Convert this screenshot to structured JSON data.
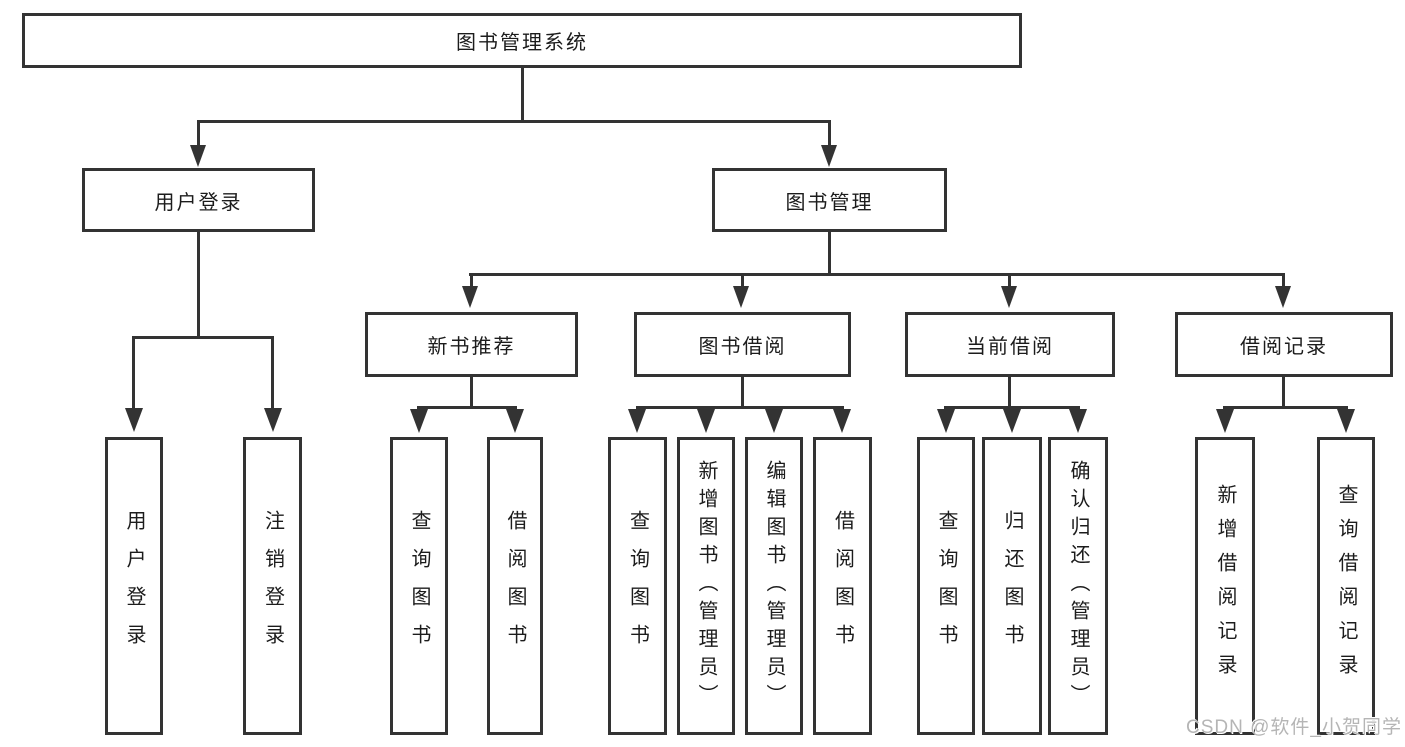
{
  "diagram": {
    "title": "图书管理系统",
    "root": {
      "label": "图书管理系统"
    },
    "level1": [
      {
        "label": "用户登录"
      },
      {
        "label": "图书管理"
      }
    ],
    "level2": [
      {
        "label": "新书推荐"
      },
      {
        "label": "图书借阅"
      },
      {
        "label": "当前借阅"
      },
      {
        "label": "借阅记录"
      }
    ],
    "leaves": [
      {
        "label": "用户登录",
        "parent": "用户登录"
      },
      {
        "label": "注销登录",
        "parent": "用户登录"
      },
      {
        "label": "查询图书",
        "parent": "新书推荐"
      },
      {
        "label": "借阅图书",
        "parent": "新书推荐"
      },
      {
        "label": "查询图书",
        "parent": "图书借阅"
      },
      {
        "label": "新增图书（管理员）",
        "parent": "图书借阅"
      },
      {
        "label": "编辑图书（管理员）",
        "parent": "图书借阅"
      },
      {
        "label": "借阅图书",
        "parent": "图书借阅"
      },
      {
        "label": "查询图书",
        "parent": "当前借阅"
      },
      {
        "label": "归还图书",
        "parent": "当前借阅"
      },
      {
        "label": "确认归还（管理员）",
        "parent": "当前借阅"
      },
      {
        "label": "新增借阅记录",
        "parent": "借阅记录"
      },
      {
        "label": "查询借阅记录",
        "parent": "借阅记录"
      }
    ]
  },
  "watermark": {
    "text": "CSDN @软件_小贺同学"
  },
  "colors": {
    "line": "#333333",
    "text": "#1c1c1c",
    "watermark": "#b5b5b5",
    "background": "#ffffff"
  }
}
